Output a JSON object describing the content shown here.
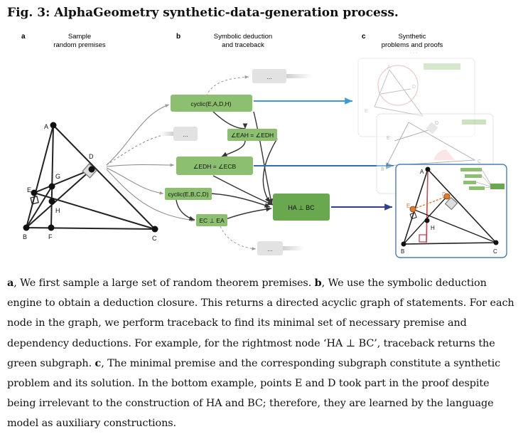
{
  "figure": {
    "title": "Fig. 3: AlphaGeometry synthetic-data-generation process."
  },
  "panels": {
    "a": {
      "letter": "a",
      "heading_line1": "Sample",
      "heading_line2": "random premises"
    },
    "b": {
      "letter": "b",
      "heading_line1": "Symbolic deduction",
      "heading_line2": "and traceback"
    },
    "c": {
      "letter": "c",
      "heading_line1": "Synthetic",
      "heading_line2": "problems and proofs",
      "dots": "· · ·"
    }
  },
  "geometry_labels": {
    "A": "A",
    "B": "B",
    "C": "C",
    "D": "D",
    "E": "E",
    "F": "F",
    "G": "G",
    "H": "H"
  },
  "nodes": {
    "cyclic_eadh": "cyclic(E,A,D,H)",
    "angle_eah_edh": "∠EAH = ∠EDH",
    "angle_edh_ecb": "∠EDH = ∠ECB",
    "cyclic_ebcd": "cyclic(E,B,C,D)",
    "ec_perp_ea": "EC ⊥ EA",
    "ha_perp_bc": "HA ⊥ BC",
    "ellipsis": "..."
  },
  "card_labels": {
    "A": "A",
    "B": "B",
    "C": "C",
    "D": "D",
    "E": "E",
    "H": "H"
  },
  "colors": {
    "green_node": "#8cc070",
    "green_node_dark": "#6aa84f",
    "gray_node": "#e2e2e2",
    "blue_arrow": "#3a9ad9",
    "navy_arrow": "#2d3f8f",
    "orange_point": "#e07b2a",
    "red_line": "#d0454f"
  },
  "caption": {
    "a_letter": "a",
    "a_text": ", We first sample a large set of random theorem premises. ",
    "b_letter": "b",
    "b_text": ", We use the symbolic deduction engine to obtain a deduction closure. This returns a directed acyclic graph of statements. For each node in the graph, we perform traceback to find its minimal set of necessary premise and dependency deductions. For example, for the rightmost node ‘HA ⊥ BC’, traceback returns the green subgraph. ",
    "c_letter": "c",
    "c_text": ", The minimal premise and the corresponding subgraph constitute a synthetic problem and its solution. In the bottom example, points E and D took part in the proof despite being irrelevant to the construction of HA and BC; therefore, they are learned by the language model as auxiliary constructions."
  }
}
